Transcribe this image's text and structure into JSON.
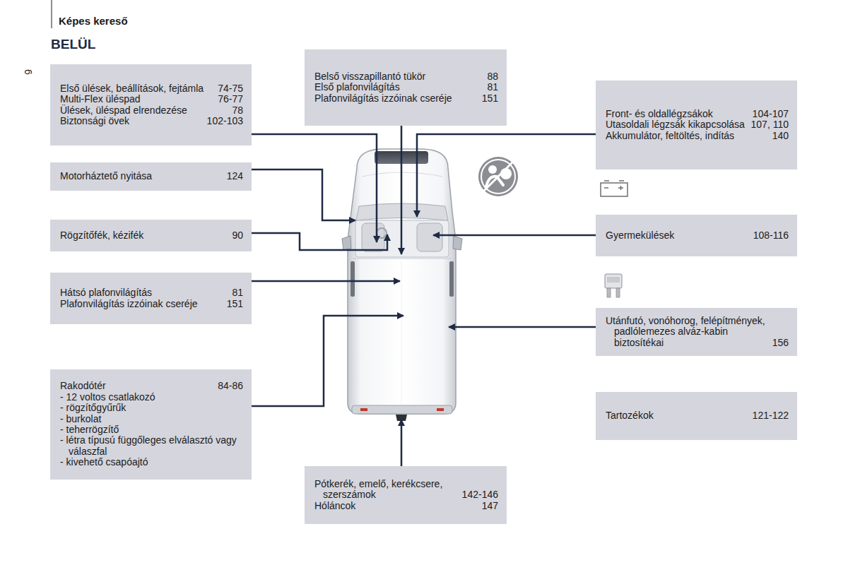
{
  "diagram": {
    "title": "BELÜL",
    "nodes": [
      {
        "text": [
          "Első ülések, beállítások, fejtámla",
          "74-75",
          "Multi-Flex üléspad",
          "76-77",
          "Ülések, üléspad elrendezése",
          "78",
          "Biztonsági övek",
          "102-103"
        ]
      },
      {
        "text": [
          "Belső visszapillantó tükör",
          "88",
          "Első plafonvilágítás",
          "81",
          "Plafonvilágítás izzóinak cseréje",
          "151"
        ]
      },
      {
        "text": [
          "Front- és oldallégzsákok",
          "104-107",
          "Utasoldali légzsák kikapcsolása",
          "107, 110",
          "Akkumulátor, feltöltés, indítás",
          "140"
        ]
      },
      {
        "text": [
          "Motorháztető nyitása",
          "124"
        ]
      },
      {
        "text": [
          "Rögzítőfék, kézifék",
          "90"
        ]
      },
      {
        "text": [
          "Gyermekülések",
          "108-116"
        ]
      },
      {
        "text": [
          "Hátsó plafonvilágítás",
          "81",
          "Plafonvilágítás izzóinak cseréje",
          "151"
        ]
      },
      {
        "text": [
          "Utánfutó, vonóhorog, felépítmények, padlólemezes alváz-kabin biztosítékai",
          "156"
        ]
      },
      {
        "text": [
          "Rakodótér",
          "84-86",
          "- 12 voltos csatlakozó",
          "- rögzítőgyűrűk",
          "- burkolat",
          "- teherrögzítő",
          "- létra típusú függőleges elválasztó vagy válaszfal",
          "- kivehető csapóajtó"
        ]
      },
      {
        "text": [
          "Tartozékok",
          "121-122"
        ]
      },
      {
        "text": [
          "Pótkerék, emelő, kerékcsere, szerszámok",
          "142-146",
          "Hóláncok",
          "147"
        ]
      }
    ],
    "labels": [
      "Képes kereső",
      "6"
    ]
  }
}
